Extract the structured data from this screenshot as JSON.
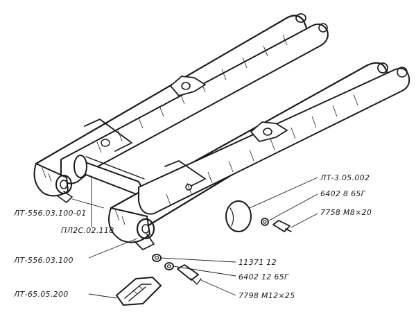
{
  "labels": {
    "rear_arm_left": "ЛТ-556.03.100-01",
    "tube": "ПЛ2С.02.118",
    "rear_arm_right": "ЛТ-556.03.100",
    "tensioner_cap": "ЛТ-3.05.002",
    "nut_6402_8": "6402 8 65Г",
    "screw_m8": "7758 М8×20",
    "washer_11371": "11371 12",
    "nut_6402_12": "6402 12 65Г",
    "bolt_m12": "7798 М12×25",
    "chain_guide": "ЛТ-65.05.200"
  }
}
